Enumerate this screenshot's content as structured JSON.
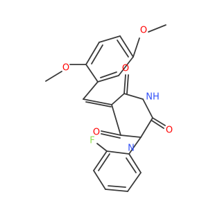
{
  "molecule": {
    "colors": {
      "bond": "#3a3a3a",
      "oxygen": "#ff0000",
      "nitrogen": "#3050f8",
      "fluorine": "#90e050"
    },
    "atoms": {
      "o_methoxy_top": "O",
      "o_methoxy_left": "O",
      "o_carbonyl_top": "O",
      "nh_label": "NH",
      "o_carbonyl_right": "O",
      "o_carbonyl_left": "O",
      "n_ring": "N",
      "f_label": "F"
    }
  }
}
